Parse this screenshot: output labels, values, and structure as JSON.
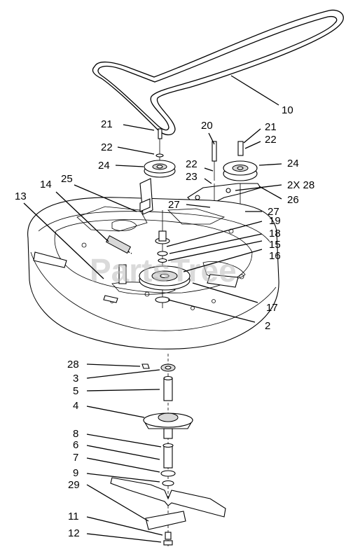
{
  "watermark": "PartsTree",
  "callouts": {
    "p10": "10",
    "p21a": "21",
    "p22a": "22",
    "p24a": "24",
    "p25": "25",
    "p14": "14",
    "p13": "13",
    "p20": "20",
    "p22b": "22",
    "p23": "23",
    "p21b": "21",
    "p22c": "22",
    "p24b": "24",
    "p2x28": "2X 28",
    "p26": "26",
    "p27a": "27",
    "p27b": "27",
    "p19": "19",
    "p18": "18",
    "p15": "15",
    "p16": "16",
    "p17": "17",
    "p2": "2",
    "p28": "28",
    "p3": "3",
    "p5": "5",
    "p4": "4",
    "p8": "8",
    "p6": "6",
    "p7": "7",
    "p9": "9",
    "p29": "29",
    "p11": "11",
    "p12": "12"
  }
}
